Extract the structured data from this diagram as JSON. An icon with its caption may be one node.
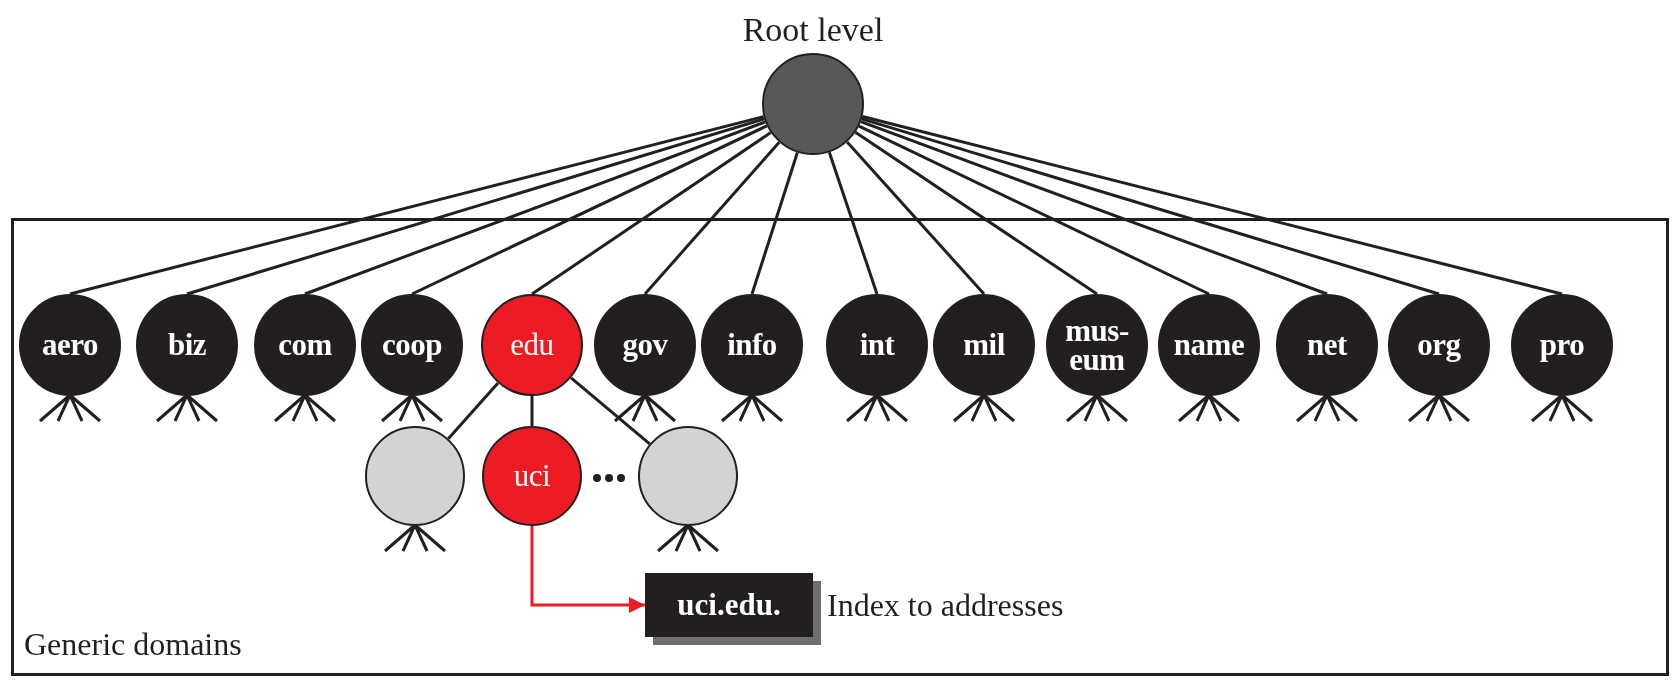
{
  "diagram": {
    "nodes": [
      {
        "text": [
          "Root level"
        ]
      },
      {
        "text": [
          "Generic domains"
        ]
      },
      {
        "text": [
          "aero"
        ],
        "in": 1
      },
      {
        "text": [
          "biz"
        ],
        "in": 1
      },
      {
        "text": [
          "com"
        ],
        "in": 1
      },
      {
        "text": [
          "coop"
        ],
        "in": 1
      },
      {
        "text": [
          "edu"
        ],
        "in": 1
      },
      {
        "text": [
          "gov"
        ],
        "in": 1
      },
      {
        "text": [
          "info"
        ],
        "in": 1
      },
      {
        "text": [
          "int"
        ],
        "in": 1
      },
      {
        "text": [
          "mil"
        ],
        "in": 1
      },
      {
        "text": [
          "mus- eum"
        ],
        "in": 1
      },
      {
        "text": [
          "name"
        ],
        "in": 1
      },
      {
        "text": [
          "net"
        ],
        "in": 1
      },
      {
        "text": [
          "org"
        ],
        "in": 1
      },
      {
        "text": [
          "pro"
        ],
        "in": 1
      },
      {
        "text": [],
        "shape": "circle",
        "in": 1
      },
      {
        "text": [
          "uci"
        ],
        "in": 1
      },
      {
        "text": [],
        "shape": "circle",
        "in": 1
      },
      {
        "text": [
          "uci.edu."
        ],
        "in": 1,
        "beside": [
          "Index to addresses"
        ]
      }
    ],
    "edges": [
      {
        "from": 0,
        "to": 2,
        "arrow": "none"
      },
      {
        "from": 0,
        "to": 3,
        "arrow": "none"
      },
      {
        "from": 0,
        "to": 4,
        "arrow": "none"
      },
      {
        "from": 0,
        "to": 5,
        "arrow": "none"
      },
      {
        "from": 0,
        "to": 6,
        "arrow": "none"
      },
      {
        "from": 0,
        "to": 7,
        "arrow": "none"
      },
      {
        "from": 0,
        "to": 8,
        "arrow": "none"
      },
      {
        "from": 0,
        "to": 9,
        "arrow": "none"
      },
      {
        "from": 0,
        "to": 10,
        "arrow": "none"
      },
      {
        "from": 0,
        "to": 11,
        "arrow": "none"
      },
      {
        "from": 0,
        "to": 12,
        "arrow": "none"
      },
      {
        "from": 0,
        "to": 13,
        "arrow": "none"
      },
      {
        "from": 0,
        "to": 14,
        "arrow": "none"
      },
      {
        "from": 0,
        "to": 15,
        "arrow": "none"
      },
      {
        "from": 6,
        "to": 16,
        "arrow": "none"
      },
      {
        "from": 6,
        "to": 17,
        "arrow": "none"
      },
      {
        "from": 6,
        "to": 18,
        "arrow": "none"
      },
      {
        "from": 17,
        "to": 19,
        "arrow": "to",
        "color": "#ed1c24"
      }
    ]
  }
}
